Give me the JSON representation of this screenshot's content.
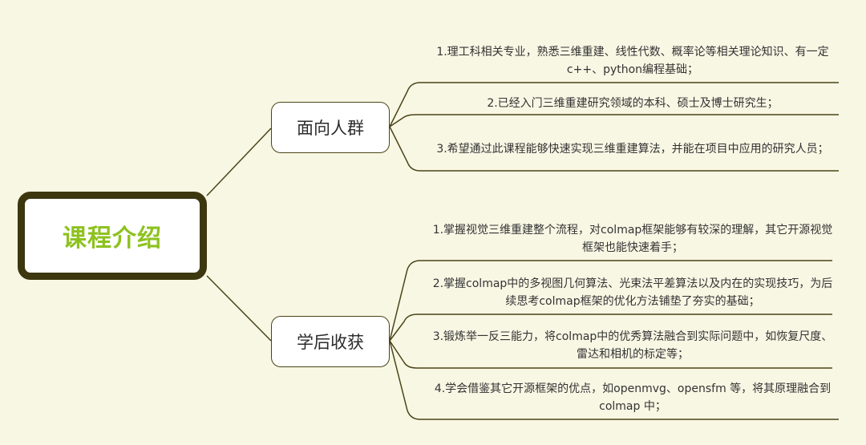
{
  "root": {
    "title": "课程介绍"
  },
  "branches": [
    {
      "label": "面向人群",
      "items": [
        "1.理工科相关专业，熟悉三维重建、线性代数、概率论等相关理论知识、有一定c++、python编程基础；",
        "2.已经入门三维重建研究领域的本科、硕士及博士研究生；",
        "3.希望通过此课程能够快速实现三维重建算法，并能在项目中应用的研究人员；"
      ]
    },
    {
      "label": "学后收获",
      "items": [
        "1.掌握视觉三维重建整个流程，对colmap框架能够有较深的理解，其它开源视觉框架也能快速着手；",
        "2.掌握colmap中的多视图几何算法、光束法平差算法以及内在的实现技巧，为后续思考colmap框架的优化方法铺垫了夯实的基础；",
        "3.锻炼举一反三能力，将colmap中的优秀算法融合到实际问题中，如恢复尺度、雷达和相机的标定等；",
        "4.学会借鉴其它开源框架的优点，如openmvg、opensfm 等，将其原理融合到colmap 中；"
      ]
    }
  ],
  "colors": {
    "background": "#f8f7e4",
    "line": "#4a4418",
    "root_border": "#3d3710",
    "root_text": "#8dc21f"
  }
}
